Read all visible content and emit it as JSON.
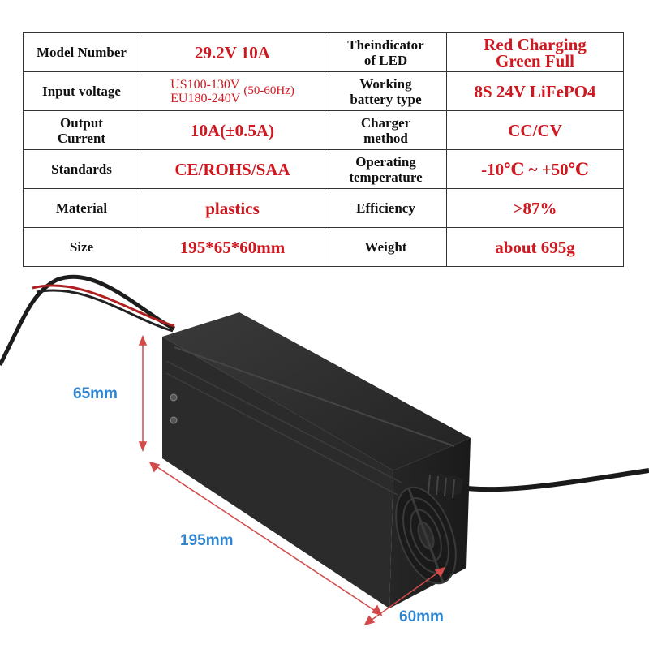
{
  "specs": {
    "model_number_label": "Model Number",
    "model_number_value": "29.2V 10A",
    "indicator_label_line1": "Theindicator",
    "indicator_label_line2": "of LED",
    "indicator_value_line1": "Red Charging",
    "indicator_value_line2": "Green Full",
    "input_voltage_label": "Input voltage",
    "input_voltage_us": "US100-130V",
    "input_voltage_eu": "EU180-240V",
    "input_voltage_hz": "(50-60Hz)",
    "working_battery_label_line1": "Working",
    "working_battery_label_line2": "battery type",
    "working_battery_value": "8S 24V LiFePO4",
    "output_current_label_line1": "Output",
    "output_current_label_line2": "Current",
    "output_current_value": "10A(±0.5A)",
    "charger_method_label_line1": "Charger",
    "charger_method_label_line2": "method",
    "charger_method_value": "CC/CV",
    "standards_label": "Standards",
    "standards_value": "CE/ROHS/SAA",
    "operating_temp_label_line1": "Operating",
    "operating_temp_label_line2": "temperature",
    "operating_temp_value": "-10℃ ~ +50℃",
    "material_label": "Material",
    "material_value": "plastics",
    "efficiency_label": "Efficiency",
    "efficiency_value": ">87%",
    "size_label": "Size",
    "size_value": "195*65*60mm",
    "weight_label": "Weight",
    "weight_value": "about 695g"
  },
  "dimensions": {
    "height": "65mm",
    "length": "195mm",
    "width": "60mm"
  },
  "colors": {
    "value_red": "#d01820",
    "dimension_blue": "#2f84d0",
    "dimension_line_red": "#d24a4a",
    "charger_body": "#2a2a2a"
  }
}
